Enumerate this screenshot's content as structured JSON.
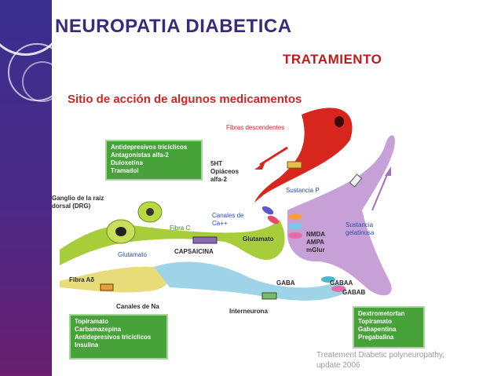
{
  "slide": {
    "title": "NEUROPATIA DIABETICA",
    "subtitle": "TRATAMIENTO",
    "citation_line1": "Treatement Diabetic polyneuropathy,",
    "citation_line2": "update 2006"
  },
  "diagram": {
    "heading": "Sitio de acción de algunos medicamentos",
    "labels": {
      "fibras_descendentes": "Fibras descendentes",
      "sht": "5HT",
      "opiaceos": "Opiáceos",
      "alfa2": "alfa-2",
      "sustancia_p": "Sustancia P",
      "ganglio_1": "Ganglio de la raíz",
      "ganglio_2": "dorsal (DRG)",
      "canales_ca_1": "Canales de",
      "canales_ca_2": "Ca++",
      "fibra_c": "Fibra C",
      "glutamato_right": "Glutamato",
      "glutamato_left": "Glutamato",
      "capsaicina": "CAPSAICINA",
      "nmda": "NMDA",
      "ampa": "AMPA",
      "mglur": "mGlur",
      "sustancia_gel_1": "Sustancia",
      "sustancia_gel_2": "gelatinosa",
      "fibra_a": "Fibra Aδ",
      "gaba": "GABA",
      "gaba_a": "GABAA",
      "gaba_b": "GABAB",
      "canales_na": "Canales de Na",
      "interneurona": "Interneurona"
    },
    "boxes": {
      "top_left": [
        "Antidepresivos tricíclicos",
        "Antagonistas alfa-2",
        "Duloxetina",
        "Tramadol"
      ],
      "bottom_left": [
        "Topiramato",
        "Carbamazepina",
        "Antidepresivos tricíclicos",
        "Insulina"
      ],
      "bottom_right": [
        "Dextrometorfan",
        "Topiramato",
        "Gabapentina",
        "Pregabalina"
      ]
    }
  }
}
